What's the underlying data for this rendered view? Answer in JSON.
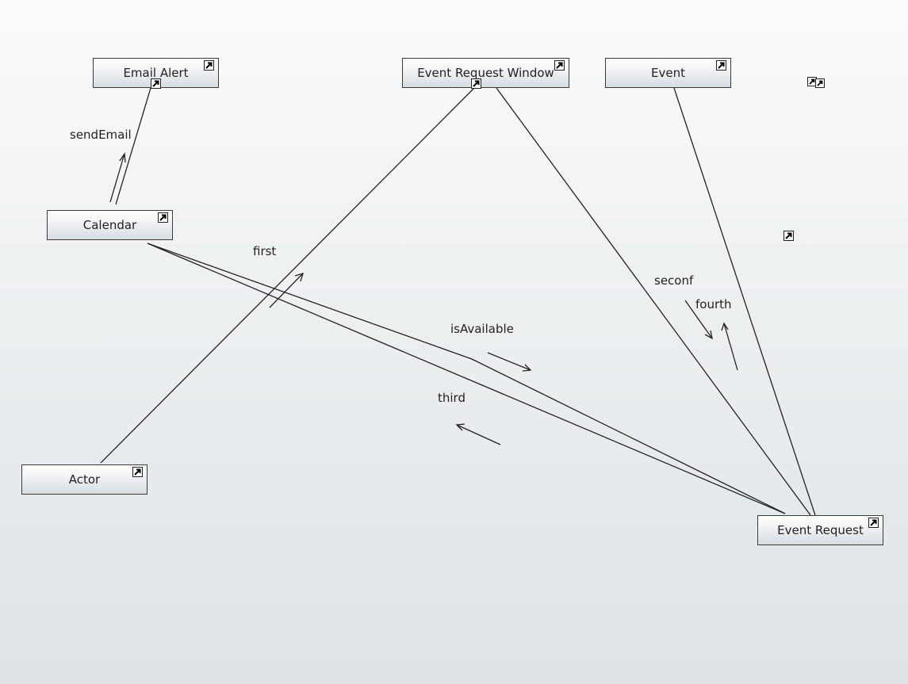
{
  "diagram": {
    "nodes": [
      {
        "id": "email-alert",
        "label": "Email Alert"
      },
      {
        "id": "event-request-window",
        "label": "Event Request Window"
      },
      {
        "id": "event",
        "label": "Event"
      },
      {
        "id": "calendar",
        "label": "Calendar"
      },
      {
        "id": "actor",
        "label": "Actor"
      },
      {
        "id": "event-request",
        "label": "Event Request"
      }
    ],
    "messages": {
      "sendEmail": "sendEmail",
      "first": "first",
      "isAvailable": "isAvailable",
      "third": "third",
      "seconf": "seconf",
      "fourth": "fourth"
    },
    "connections": [
      {
        "from": "calendar",
        "to": "email-alert"
      },
      {
        "from": "actor",
        "to": "event-request-window"
      },
      {
        "from": "calendar",
        "to": "event-request"
      },
      {
        "from": "calendar",
        "to": "event-request"
      },
      {
        "from": "event-request-window",
        "to": "event-request"
      },
      {
        "from": "event",
        "to": "event-request"
      }
    ],
    "icons": {
      "shortcut": "shortcut-arrow-icon",
      "link_group": "linked-shortcuts-icon"
    }
  }
}
